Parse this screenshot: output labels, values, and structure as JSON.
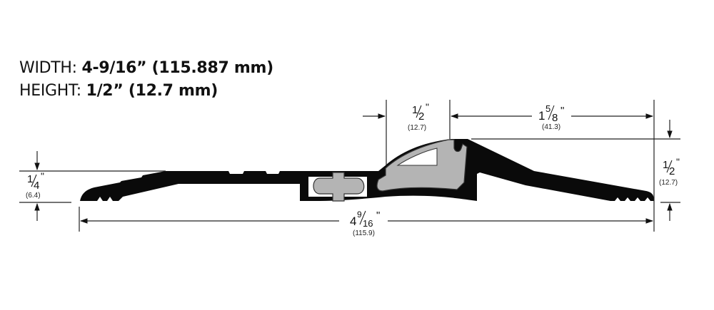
{
  "specs": {
    "width_label": "WIDTH:",
    "width_value": "4-9/16” (115.887 mm)",
    "height_label": "HEIGHT:",
    "height_value": "1/2” (12.7 mm)"
  },
  "dimensions": {
    "left_height": {
      "whole": "",
      "num": "1",
      "den": "4",
      "unit": "\"",
      "mm": "(6.4)"
    },
    "insert_width": {
      "whole": "",
      "num": "1",
      "den": "2",
      "unit": "\"",
      "mm": "(12.7)"
    },
    "ramp_width": {
      "whole": "1",
      "num": "5",
      "den": "8",
      "unit": "\"",
      "mm": "(41.3)"
    },
    "right_height": {
      "whole": "",
      "num": "1",
      "den": "2",
      "unit": "\"",
      "mm": "(12.7)"
    },
    "total_width": {
      "whole": "4",
      "num": "9",
      "den": "16",
      "unit": "\"",
      "mm": "(115.9)"
    }
  },
  "colors": {
    "profile": "#0a0a0a",
    "insert": "#b4b4b4",
    "line": "#222222"
  }
}
